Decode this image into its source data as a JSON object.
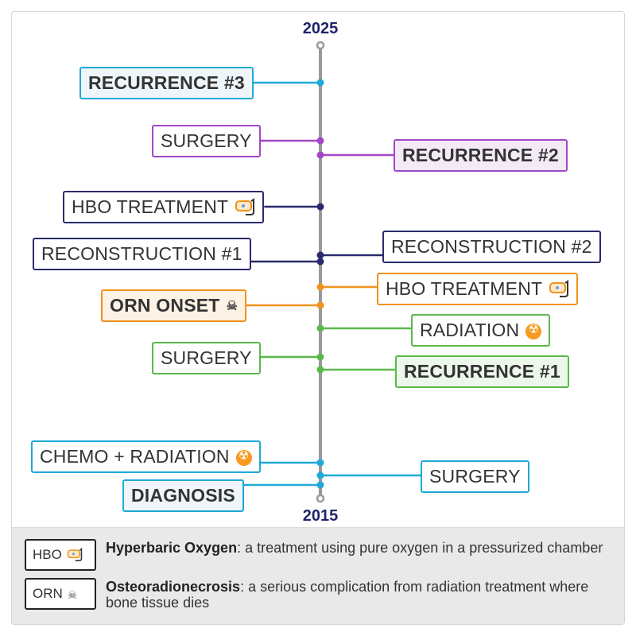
{
  "timeline": {
    "top_year": "2025",
    "bottom_year": "2015"
  },
  "events": [
    {
      "label": "RECURRENCE #3",
      "icon": "",
      "side": "left",
      "emphasis": true,
      "color": "#1fa9d6",
      "fill": "#eef6fb"
    },
    {
      "label": "SURGERY",
      "icon": "",
      "side": "left",
      "emphasis": false,
      "color": "#a347c7",
      "fill": "#ffffff"
    },
    {
      "label": "RECURRENCE #2",
      "icon": "",
      "side": "right",
      "emphasis": true,
      "color": "#a347c7",
      "fill": "#f3eaf6"
    },
    {
      "label": "HBO TREATMENT",
      "icon": "diving-mask-icon",
      "side": "left",
      "emphasis": false,
      "color": "#2a2a6e",
      "fill": "#ffffff"
    },
    {
      "label": "RECONSTRUCTION #2",
      "icon": "",
      "side": "right",
      "emphasis": false,
      "color": "#2a2a6e",
      "fill": "#ffffff"
    },
    {
      "label": "RECONSTRUCTION #1",
      "icon": "",
      "side": "left",
      "emphasis": false,
      "color": "#2a2a6e",
      "fill": "#ffffff"
    },
    {
      "label": "HBO TREATMENT",
      "icon": "diving-mask-icon",
      "side": "right",
      "emphasis": false,
      "color": "#f0921c",
      "fill": "#ffffff"
    },
    {
      "label": "ORN ONSET",
      "icon": "skull-icon",
      "side": "left",
      "emphasis": true,
      "color": "#f0921c",
      "fill": "#fdf2e6"
    },
    {
      "label": "RADIATION",
      "icon": "radiation-icon",
      "side": "right",
      "emphasis": false,
      "color": "#5bb84b",
      "fill": "#ffffff"
    },
    {
      "label": "SURGERY",
      "icon": "",
      "side": "left",
      "emphasis": false,
      "color": "#5bb84b",
      "fill": "#ffffff"
    },
    {
      "label": "RECURRENCE #1",
      "icon": "",
      "side": "right",
      "emphasis": true,
      "color": "#5bb84b",
      "fill": "#eef7ec"
    },
    {
      "label": "CHEMO + RADIATION",
      "icon": "radiation-icon",
      "side": "left",
      "emphasis": false,
      "color": "#1fa9d6",
      "fill": "#ffffff"
    },
    {
      "label": "SURGERY",
      "icon": "",
      "side": "right",
      "emphasis": false,
      "color": "#1fa9d6",
      "fill": "#ffffff"
    },
    {
      "label": "DIAGNOSIS",
      "icon": "",
      "side": "left",
      "emphasis": true,
      "color": "#1fa9d6",
      "fill": "#eef6fb"
    }
  ],
  "legend": [
    {
      "abbr": "HBO",
      "icon": "diving-mask-icon",
      "term": "Hyperbaric Oxygen",
      "definition": ": a treatment using pure oxygen in a pressurized chamber"
    },
    {
      "abbr": "ORN",
      "icon": "skull-icon",
      "term": "Osteoradionecrosis",
      "definition": ": a serious complication from radiation treatment where bone tissue dies"
    }
  ],
  "colors": {
    "axis": "#999999",
    "year_text": "#22246b",
    "legend_bg": "#e9e9e9"
  }
}
